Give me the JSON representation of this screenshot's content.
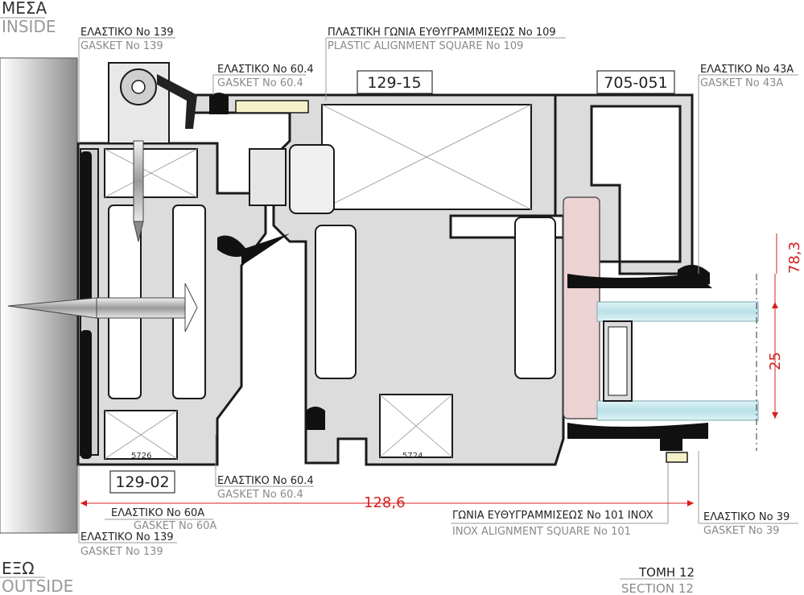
{
  "corners": {
    "inside_gr": "ΜΕΣΑ",
    "inside_en": "INSIDE",
    "outside_gr": "ΕΞΩ",
    "outside_en": "OUTSIDE"
  },
  "section": {
    "title_gr": "ΤΟΜΗ 12",
    "title_en": "SECTION 12"
  },
  "callouts": {
    "gasket_139_top": {
      "gr": "ΕΛΑΣΤΙΚΟ Νο 139",
      "en": "GASKET Νο 139"
    },
    "plastic_square_109": {
      "gr": "ΠΛΑΣΤΙΚΗ ΓΩΝΙΑ ΕΥΘΥΓΡΑΜΜΙΣΕΩΣ Νο 109",
      "en": "PLASTIC ALIGNMENT SQUARE Νο 109"
    },
    "gasket_60_4_top": {
      "gr": "ΕΛΑΣΤΙΚΟ Νο 60.4",
      "en": "GASKET Νο 60.4"
    },
    "gasket_43a": {
      "gr": "ΕΛΑΣΤΙΚΟ Νο 43Α",
      "en": "GASKET Νο 43Α"
    },
    "gasket_60_4_bottom": {
      "gr": "ΕΛΑΣΤΙΚΟ Νο 60.4",
      "en": "GASKET Νο 60.4"
    },
    "gasket_60a": {
      "gr": "ΕΛΑΣΤΙΚΟ Νο 60Α",
      "en": "GASKET Νο 60Α"
    },
    "gasket_139_bottom": {
      "gr": "ΕΛΑΣΤΙΚΟ Νο 139",
      "en": "GASKET Νο 139"
    },
    "inox_square_101": {
      "gr": "ΓΩΝΙΑ ΕΥΘΥΓΡΑΜΜΙΣΕΩΣ Νο 101 INOX",
      "en": "INOX ALIGNMENT SQUARE Νο 101"
    },
    "gasket_39": {
      "gr": "ΕΛΑΣΤΙΚΟ Νο 39",
      "en": "GASKET Νο 39"
    }
  },
  "profile_codes": {
    "sash": "129-15",
    "bead": "705-051",
    "frame": "129-02"
  },
  "cleat_codes": {
    "frame_cleat": "5726",
    "sash_cleat": "5724"
  },
  "dimensions": {
    "width": "128,6",
    "height": "78,3",
    "glass": "25"
  },
  "colors": {
    "profile_fill": "#dcdcdc",
    "profile_stroke": "#1a1a1a",
    "gasket": "#111111",
    "glass": "#bfe3ea",
    "spacer_pad": "#ecd2d2",
    "dimension": "#d62020",
    "leader": "#9a9a9a"
  }
}
